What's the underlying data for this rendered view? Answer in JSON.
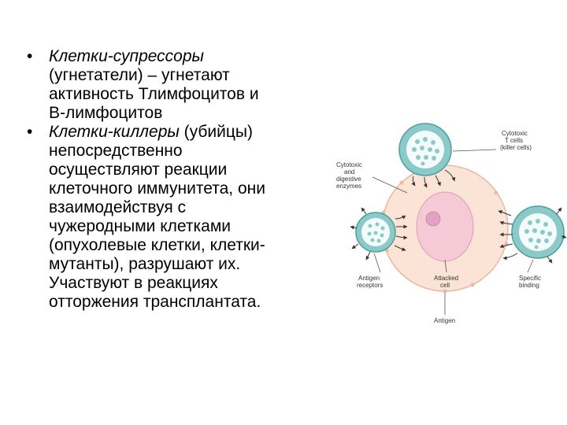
{
  "bullets": [
    {
      "lead": "Клетки-супрессоры",
      "line1_rest": "",
      "lines": [
        "(угнетатели) – угнетают",
        "активность Тлимфоцитов и",
        "В-лимфоцитов"
      ]
    },
    {
      "lead": "Клетки-киллеры",
      "line1_rest": " (убийцы)",
      "lines": [
        "непосредственно",
        "осуществляют реакции",
        "клеточного иммунитета, они",
        "взаимодействуя с",
        "чужеродными клетками",
        "(опухолевые клетки, клетки-",
        "мутанты), разрушают их.",
        "Участвуют в реакциях",
        "отторжения трансплантата."
      ]
    }
  ],
  "bullet_symbol": "•",
  "diagram": {
    "labels": {
      "cytotoxic_t_cells": [
        "Cytotoxic",
        "T cells",
        "(killer cells)"
      ],
      "enzymes": [
        "Cytotoxic",
        "and",
        "digestive",
        "enzymes"
      ],
      "antigen_receptors": [
        "Antigen",
        "receptors"
      ],
      "attacked_cell": [
        "Attacked",
        "cell"
      ],
      "specific_binding": [
        "Specific",
        "binding"
      ],
      "antigen": "Antigen"
    },
    "colors": {
      "attacked_cell_fill": "#fbe3d6",
      "attacked_cell_stroke": "#e8b9a4",
      "nucleus_fill": "#f6c9d7",
      "nucleolus_fill": "#e1a2c4",
      "t_cell_outer": "#8cc9c9",
      "t_cell_stroke": "#4f9ea0",
      "t_cell_inner": "#f4fbfb",
      "arrow": "#333333"
    }
  }
}
